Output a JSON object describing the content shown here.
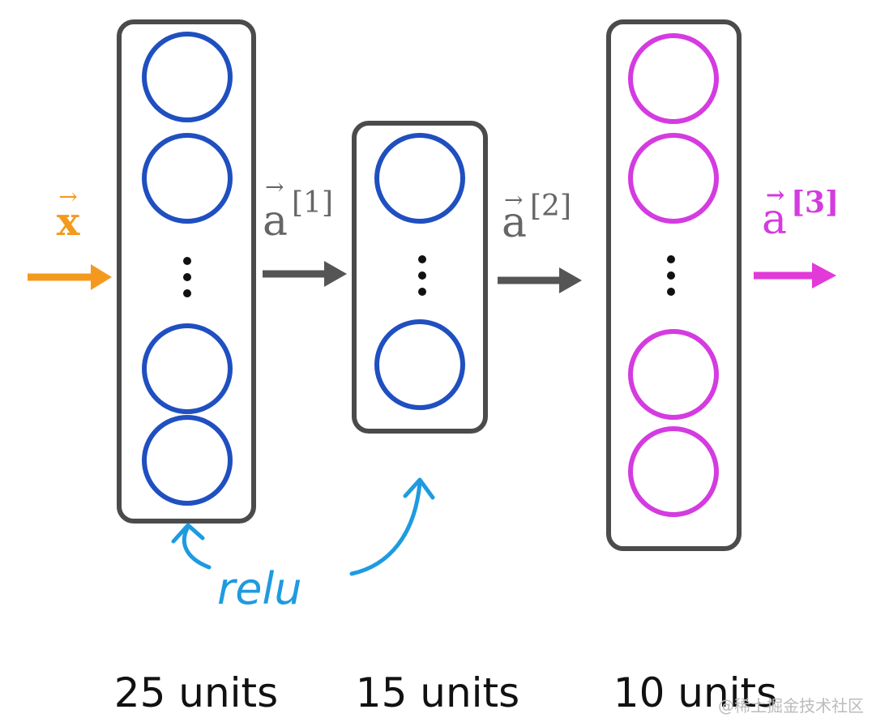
{
  "colors": {
    "input": "#f39a1e",
    "hidden_neuron": "#1f4fc0",
    "output_neuron": "#d43be0",
    "output_arrow": "#e23ad8",
    "box_border": "#4b4b4b",
    "gray_arrow": "#555555",
    "gray_label": "#666666",
    "annotation": "#1e9be0",
    "text": "#111111",
    "watermark": "#bbbbbb"
  },
  "input": {
    "label_base": "x",
    "vector_mark": "→"
  },
  "layers": [
    {
      "units_label": "25 units"
    },
    {
      "units_label": "15 units"
    },
    {
      "units_label": "10 units"
    }
  ],
  "activations": [
    {
      "base": "a",
      "superscript": "[1]"
    },
    {
      "base": "a",
      "superscript": "[2]"
    },
    {
      "base": "a",
      "superscript": "[3]"
    }
  ],
  "dots": "⋮",
  "annotation": {
    "text": "relu"
  },
  "watermark": "@稀土掘金技术社区"
}
